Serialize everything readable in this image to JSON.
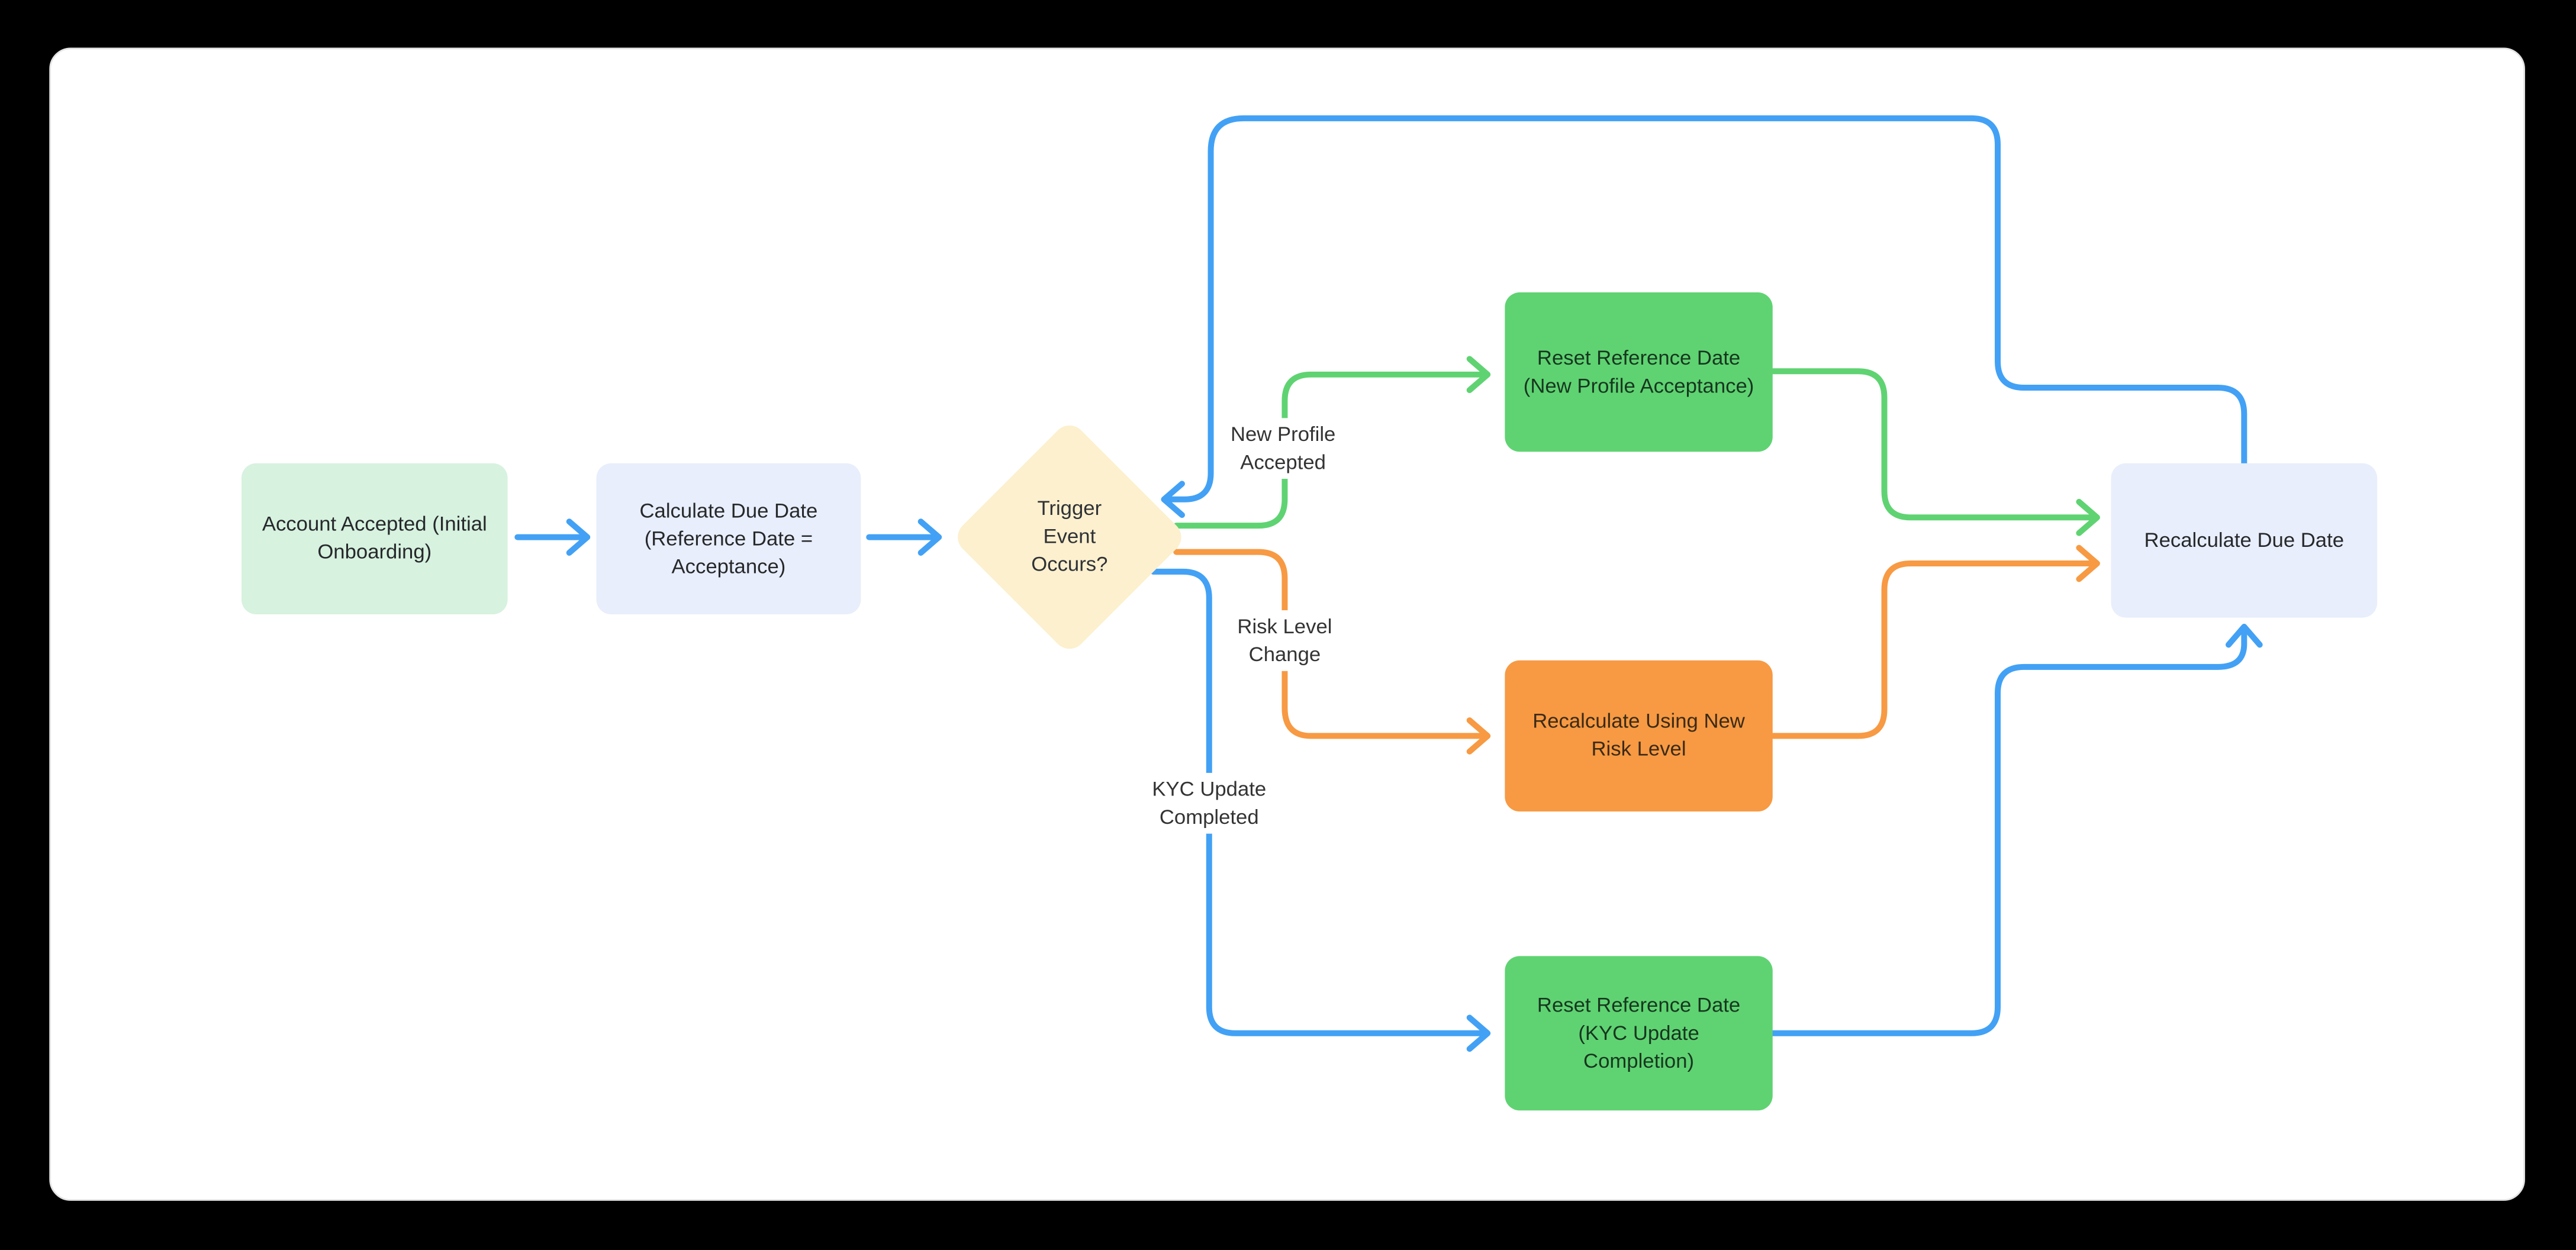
{
  "canvas": {
    "background": "#000000",
    "card_background": "#ffffff"
  },
  "colors": {
    "blue": "#42a1f5",
    "green": "#5fd372",
    "orange": "#f79a43",
    "mint_fill": "#d7f2df",
    "periwinkle_fill": "#e8eefb",
    "yellow_fill": "#fcf0ce",
    "node_text": "#26282b",
    "edge_label_text": "#333333"
  },
  "diagram": {
    "type": "flowchart",
    "direction": "left-to-right",
    "nodes": {
      "start": {
        "shape": "rounded-rect",
        "fill": "#d7f2df",
        "label": "Account Accepted (Initial Onboarding)",
        "lines": [
          "Account Accepted (Initial",
          "Onboarding)"
        ]
      },
      "calc": {
        "shape": "rounded-rect",
        "fill": "#e8eefb",
        "label": "Calculate Due Date (Reference Date = Acceptance)",
        "lines": [
          "Calculate Due Date",
          "(Reference Date =",
          "Acceptance)"
        ]
      },
      "trigger": {
        "shape": "diamond",
        "fill": "#fcf0ce",
        "label": "Trigger Event Occurs?",
        "lines": [
          "Trigger",
          "Event",
          "Occurs?"
        ]
      },
      "resetprofile": {
        "shape": "rounded-rect",
        "fill": "#5fd372",
        "label": "Reset Reference Date (New Profile Acceptance)",
        "lines": [
          "Reset Reference Date",
          "(New Profile Acceptance)"
        ]
      },
      "recalcrisk": {
        "shape": "rounded-rect",
        "fill": "#f79a43",
        "label": "Recalculate Using New Risk Level",
        "lines": [
          "Recalculate Using New",
          "Risk Level"
        ]
      },
      "resetkyc": {
        "shape": "rounded-rect",
        "fill": "#5fd372",
        "label": "Reset Reference Date (KYC Update Completion)",
        "lines": [
          "Reset Reference Date",
          "(KYC Update",
          "Completion)"
        ]
      },
      "recalcdue": {
        "shape": "rounded-rect",
        "fill": "#e8eefb",
        "label": "Recalculate Due Date",
        "lines": [
          "Recalculate Due Date"
        ]
      }
    },
    "edges": [
      {
        "from": "start",
        "to": "calc",
        "color": "blue",
        "label": ""
      },
      {
        "from": "calc",
        "to": "trigger",
        "color": "blue",
        "label": ""
      },
      {
        "from": "trigger",
        "to": "resetprofile",
        "color": "green",
        "label": "New Profile Accepted",
        "label_lines": [
          "New Profile",
          "Accepted"
        ]
      },
      {
        "from": "trigger",
        "to": "recalcrisk",
        "color": "orange",
        "label": "Risk Level Change",
        "label_lines": [
          "Risk Level",
          "Change"
        ]
      },
      {
        "from": "trigger",
        "to": "resetkyc",
        "color": "blue",
        "label": "KYC Update Completed",
        "label_lines": [
          "KYC Update",
          "Completed"
        ]
      },
      {
        "from": "resetprofile",
        "to": "recalcdue",
        "color": "green",
        "label": ""
      },
      {
        "from": "recalcrisk",
        "to": "recalcdue",
        "color": "orange",
        "label": ""
      },
      {
        "from": "resetkyc",
        "to": "recalcdue",
        "color": "blue",
        "label": ""
      },
      {
        "from": "recalcdue",
        "to": "trigger",
        "color": "blue",
        "label": ""
      }
    ]
  }
}
